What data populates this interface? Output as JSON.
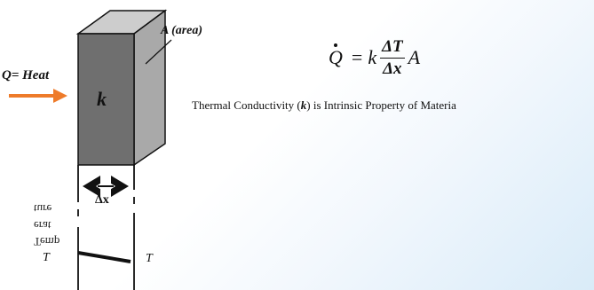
{
  "diagram": {
    "heat_label": "Q= Heat",
    "area_label": "A (area)",
    "conductivity_symbol": "k",
    "delta_x_label": "Δx",
    "t2_label": "T",
    "t1_label": "T",
    "mirrored_text_1": "ture",
    "mirrored_text_2": "erat",
    "mirrored_text_3": "Temp",
    "formula": {
      "lhs": "Q",
      "equals": "=",
      "coefficient": "k",
      "numerator": "ΔT",
      "denominator": "Δx",
      "area": "A"
    },
    "caption_prefix": "Thermal Conductivity (",
    "caption_symbol": "k",
    "caption_suffix": ") is Intrinsic Property of Materia",
    "colors": {
      "block_front": "#6f6f6f",
      "block_side": "#a9a9a9",
      "block_top": "#cdcdcd",
      "heat_arrow": "#ee7b2a"
    }
  }
}
